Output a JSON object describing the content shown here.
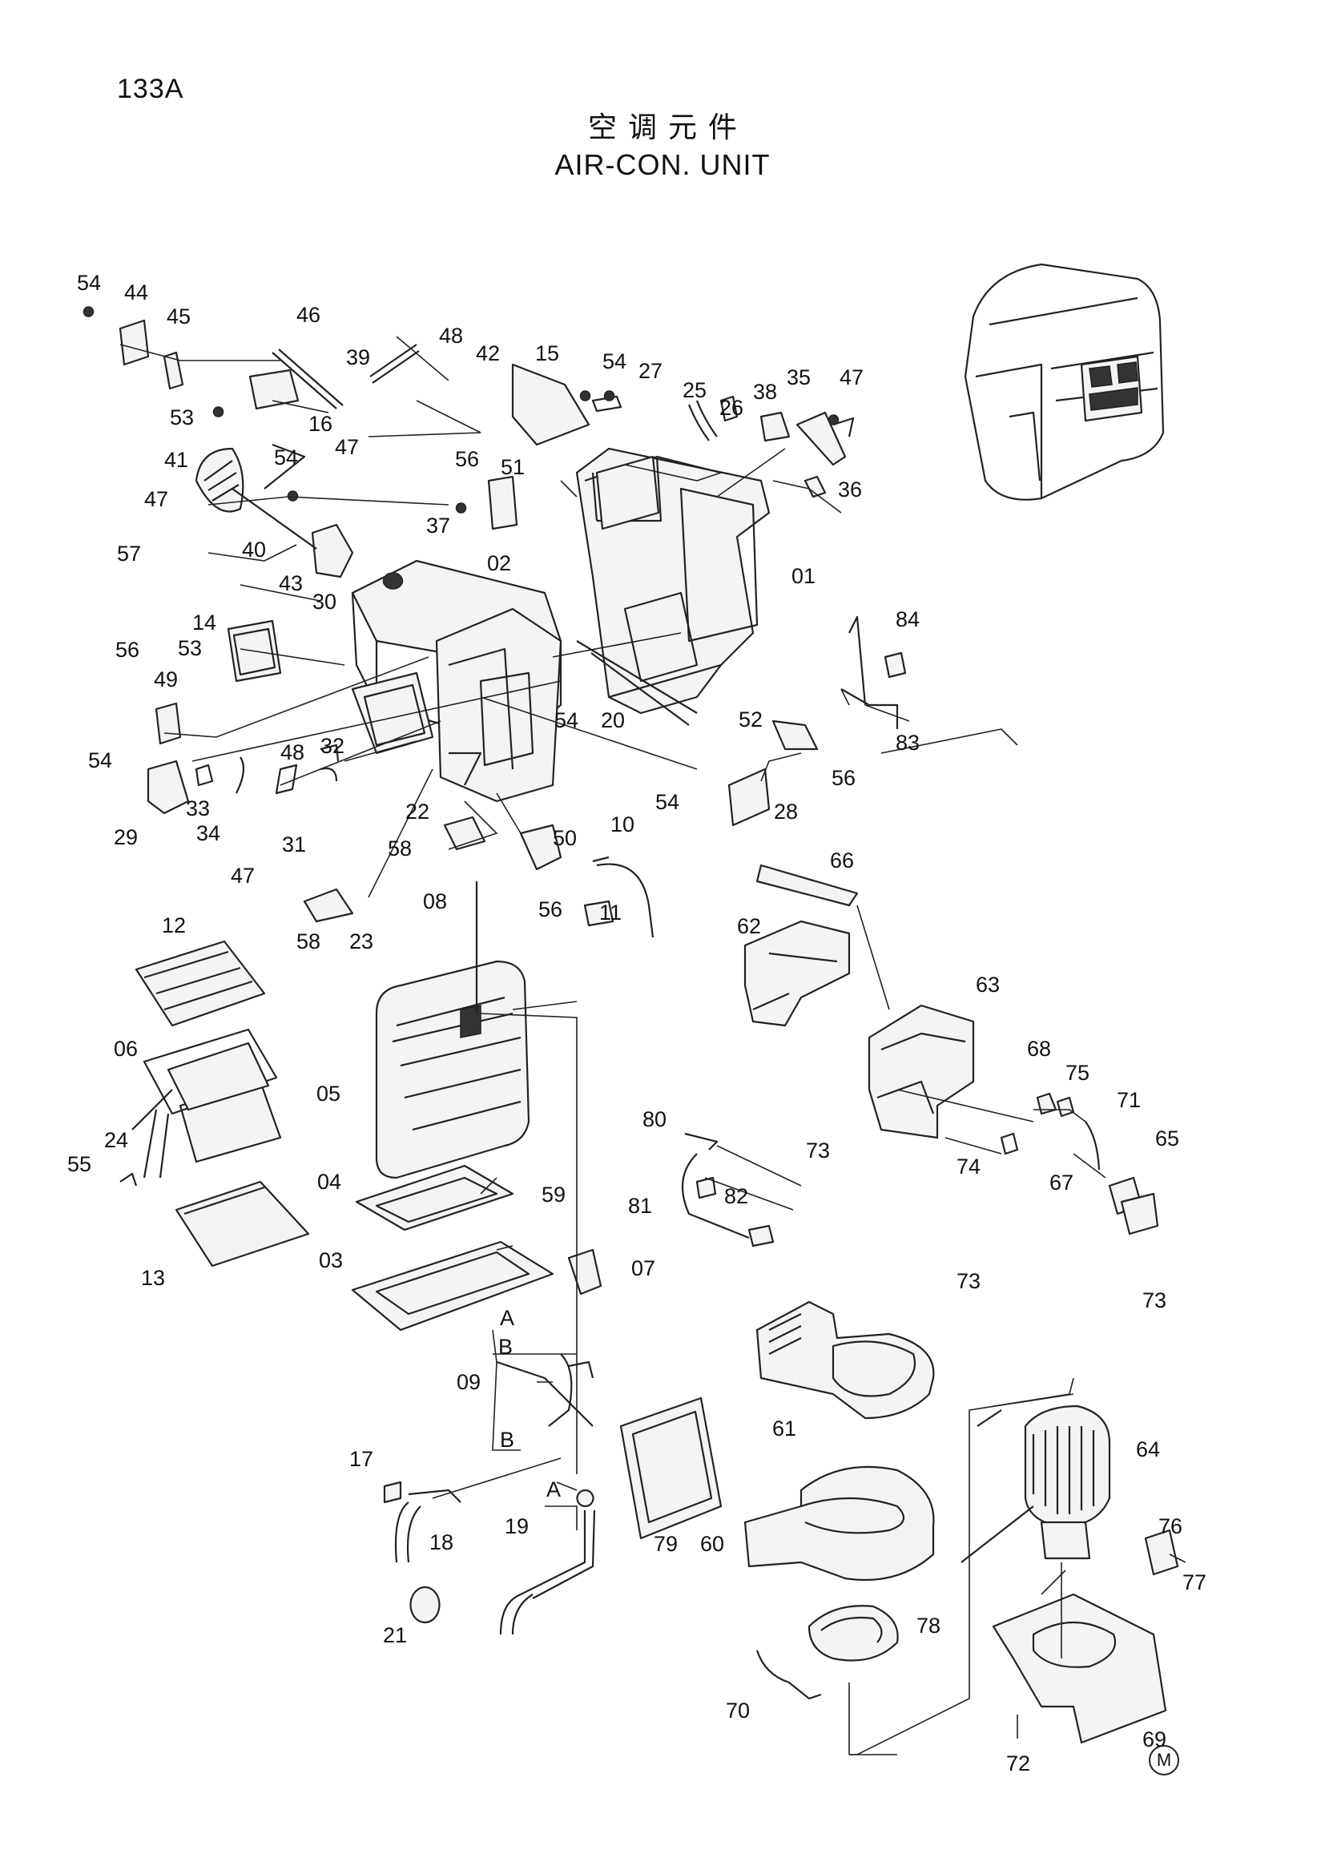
{
  "page_number": "133A",
  "title_cn": "空调元件",
  "title_en": "AIR-CON. UNIT",
  "maker_mark": "M",
  "callouts": [
    {
      "id": "54a",
      "text": "54"
    },
    {
      "id": "44",
      "text": "44"
    },
    {
      "id": "45",
      "text": "45"
    },
    {
      "id": "46",
      "text": "46"
    },
    {
      "id": "39",
      "text": "39"
    },
    {
      "id": "48a",
      "text": "48"
    },
    {
      "id": "42",
      "text": "42"
    },
    {
      "id": "15",
      "text": "15"
    },
    {
      "id": "54b",
      "text": "54"
    },
    {
      "id": "27",
      "text": "27"
    },
    {
      "id": "25",
      "text": "25"
    },
    {
      "id": "26",
      "text": "26"
    },
    {
      "id": "38",
      "text": "38"
    },
    {
      "id": "35",
      "text": "35"
    },
    {
      "id": "47a",
      "text": "47"
    },
    {
      "id": "53a",
      "text": "53"
    },
    {
      "id": "16",
      "text": "16"
    },
    {
      "id": "41",
      "text": "41"
    },
    {
      "id": "54c",
      "text": "54"
    },
    {
      "id": "47b",
      "text": "47"
    },
    {
      "id": "56a",
      "text": "56"
    },
    {
      "id": "51",
      "text": "51"
    },
    {
      "id": "36",
      "text": "36"
    },
    {
      "id": "47c",
      "text": "47"
    },
    {
      "id": "37",
      "text": "37"
    },
    {
      "id": "57",
      "text": "57"
    },
    {
      "id": "40",
      "text": "40"
    },
    {
      "id": "30",
      "text": "30"
    },
    {
      "id": "02",
      "text": "02"
    },
    {
      "id": "01",
      "text": "01"
    },
    {
      "id": "43",
      "text": "43"
    },
    {
      "id": "84",
      "text": "84"
    },
    {
      "id": "14",
      "text": "14"
    },
    {
      "id": "53b",
      "text": "53"
    },
    {
      "id": "56b",
      "text": "56"
    },
    {
      "id": "49",
      "text": "49"
    },
    {
      "id": "54d",
      "text": "54"
    },
    {
      "id": "20",
      "text": "20"
    },
    {
      "id": "52",
      "text": "52"
    },
    {
      "id": "83",
      "text": "83"
    },
    {
      "id": "54e",
      "text": "54"
    },
    {
      "id": "48b",
      "text": "48"
    },
    {
      "id": "32",
      "text": "32"
    },
    {
      "id": "56c",
      "text": "56"
    },
    {
      "id": "29",
      "text": "29"
    },
    {
      "id": "33",
      "text": "33"
    },
    {
      "id": "34",
      "text": "34"
    },
    {
      "id": "31",
      "text": "31"
    },
    {
      "id": "47d",
      "text": "47"
    },
    {
      "id": "22",
      "text": "22"
    },
    {
      "id": "54f",
      "text": "54"
    },
    {
      "id": "28",
      "text": "28"
    },
    {
      "id": "58a",
      "text": "58"
    },
    {
      "id": "50",
      "text": "50"
    },
    {
      "id": "10",
      "text": "10"
    },
    {
      "id": "08",
      "text": "08"
    },
    {
      "id": "66",
      "text": "66"
    },
    {
      "id": "56d",
      "text": "56"
    },
    {
      "id": "11",
      "text": "11"
    },
    {
      "id": "58b",
      "text": "58"
    },
    {
      "id": "23",
      "text": "23"
    },
    {
      "id": "12",
      "text": "12"
    },
    {
      "id": "62",
      "text": "62"
    },
    {
      "id": "63",
      "text": "63"
    },
    {
      "id": "06",
      "text": "06"
    },
    {
      "id": "05",
      "text": "05"
    },
    {
      "id": "68",
      "text": "68"
    },
    {
      "id": "75",
      "text": "75"
    },
    {
      "id": "71",
      "text": "71"
    },
    {
      "id": "80",
      "text": "80"
    },
    {
      "id": "24",
      "text": "24"
    },
    {
      "id": "65",
      "text": "65"
    },
    {
      "id": "74",
      "text": "74"
    },
    {
      "id": "73a",
      "text": "73"
    },
    {
      "id": "55",
      "text": "55"
    },
    {
      "id": "04",
      "text": "04"
    },
    {
      "id": "67",
      "text": "67"
    },
    {
      "id": "82",
      "text": "82"
    },
    {
      "id": "59",
      "text": "59"
    },
    {
      "id": "81",
      "text": "81"
    },
    {
      "id": "73b",
      "text": "73"
    },
    {
      "id": "03",
      "text": "03"
    },
    {
      "id": "13",
      "text": "13"
    },
    {
      "id": "07",
      "text": "07"
    },
    {
      "id": "73c",
      "text": "73"
    },
    {
      "id": "A1",
      "text": "A"
    },
    {
      "id": "B1",
      "text": "B"
    },
    {
      "id": "09",
      "text": "09"
    },
    {
      "id": "61",
      "text": "61"
    },
    {
      "id": "B2",
      "text": "B"
    },
    {
      "id": "64",
      "text": "64"
    },
    {
      "id": "17",
      "text": "17"
    },
    {
      "id": "A2",
      "text": "A"
    },
    {
      "id": "19",
      "text": "19"
    },
    {
      "id": "18",
      "text": "18"
    },
    {
      "id": "79",
      "text": "79"
    },
    {
      "id": "60",
      "text": "60"
    },
    {
      "id": "76",
      "text": "76"
    },
    {
      "id": "77",
      "text": "77"
    },
    {
      "id": "21",
      "text": "21"
    },
    {
      "id": "78",
      "text": "78"
    },
    {
      "id": "70",
      "text": "70"
    },
    {
      "id": "69",
      "text": "69"
    },
    {
      "id": "72",
      "text": "72"
    }
  ]
}
